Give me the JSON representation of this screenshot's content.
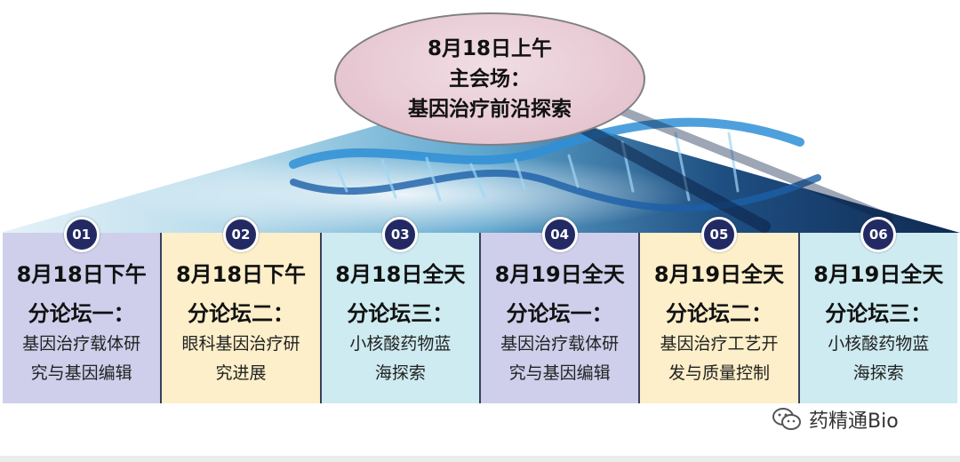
{
  "main": {
    "line1": "8月18日上午",
    "line2": "主会场：",
    "line3": "基因治疗前沿探索"
  },
  "sessions": [
    {
      "num": "01",
      "date": "8月18日下午",
      "forum": "分论坛一：",
      "topic1": "基因治疗载体研",
      "topic2": "究与基因编辑"
    },
    {
      "num": "02",
      "date": "8月18日下午",
      "forum": "分论坛二：",
      "topic1": "眼科基因治疗研",
      "topic2": "究进展"
    },
    {
      "num": "03",
      "date": "8月18日全天",
      "forum": "分论坛三：",
      "topic1": "小核酸药物蓝",
      "topic2": "海探索"
    },
    {
      "num": "04",
      "date": "8月19日全天",
      "forum": "分论坛一：",
      "topic1": "基因治疗载体研",
      "topic2": "究与基因编辑"
    },
    {
      "num": "05",
      "date": "8月19日全天",
      "forum": "分论坛二：",
      "topic1": "基因治疗工艺开",
      "topic2": "发与质量控制"
    },
    {
      "num": "06",
      "date": "8月19日全天",
      "forum": "分论坛三：",
      "topic1": "小核酸药物蓝",
      "topic2": "海探索"
    }
  ],
  "watermark": {
    "icon": "wechat-icon",
    "text": "药精通Bio"
  },
  "colors": {
    "badge": "#232a63",
    "lavender": "#cfcfec",
    "cream": "#fcefc9",
    "cyan": "#cdebf0",
    "ellipse": "#e6c6d0"
  }
}
